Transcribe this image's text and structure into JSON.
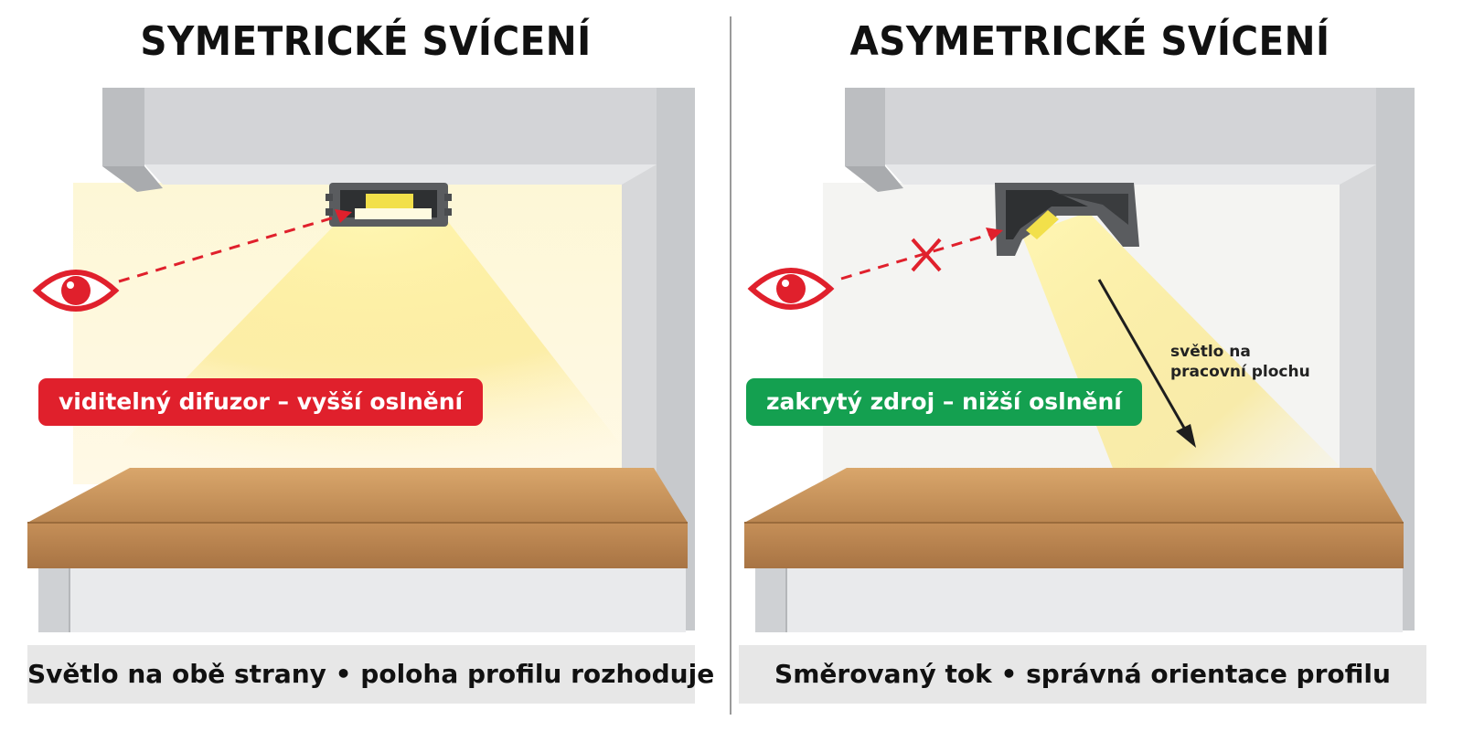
{
  "left_panel": {
    "title": "SYMETRICKÉ SVÍCENÍ",
    "badge": "viditelný difuzor – vyšší oslnění",
    "badge_color": "#e0202c",
    "caption": "Světlo na obě strany • poloha profilu rozhoduje"
  },
  "right_panel": {
    "title": "ASYMETRICKÉ SVÍCENÍ",
    "badge": "zakrytý zdroj – nižší oslnění",
    "badge_color": "#14a050",
    "annotation_line1": "světlo na",
    "annotation_line2": "pracovní plochu",
    "caption": "Směrovaný tok • správná orientace profilu"
  },
  "icons": [
    "eye-icon",
    "cross-icon",
    "arrow-icon"
  ],
  "colors": {
    "eye_red": "#e0202c",
    "light_yellow": "#fbe57a",
    "wood": "#c9955c",
    "cabinet_grey": "#cfd1d4"
  }
}
